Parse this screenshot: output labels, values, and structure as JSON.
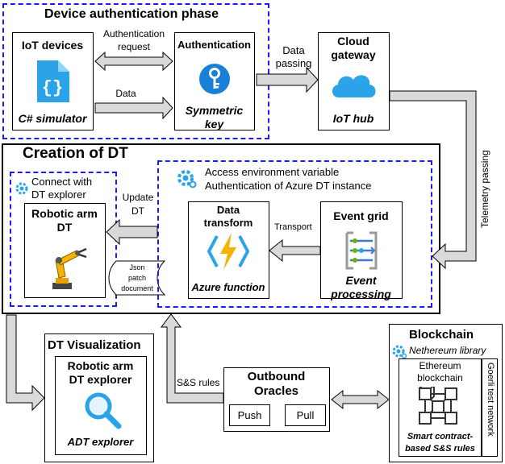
{
  "device_phase": {
    "title": "Device authentication phase",
    "iot_devices": {
      "title": "IoT devices",
      "caption": "C# simulator"
    },
    "auth_request_label": [
      "Authentication",
      "request"
    ],
    "data_label": "Data",
    "authentication": {
      "title": "Authentication",
      "caption": [
        "Symmetric",
        "key"
      ]
    }
  },
  "data_passing_label": [
    "Data",
    "passing"
  ],
  "cloud_gateway": {
    "title": [
      "Cloud",
      "gateway"
    ],
    "caption": "IoT hub"
  },
  "telemetry_label": "Telemetry passing",
  "creation": {
    "title": "Creation of DT",
    "connect_label": [
      "Connect with",
      "DT explorer"
    ],
    "env_label": [
      "Access environment variable",
      "Authentication of Azure DT instance"
    ],
    "robotic_arm": {
      "title": [
        "Robotic arm",
        "DT"
      ]
    },
    "update_label": [
      "Update",
      "DT"
    ],
    "json_label": [
      "Json",
      "patch",
      "document"
    ],
    "data_transform": {
      "title": [
        "Data",
        "transform"
      ],
      "caption": "Azure function"
    },
    "transport_label": "Transport",
    "event_grid": {
      "title": "Event grid",
      "caption": [
        "Event",
        "processing"
      ]
    }
  },
  "visualization": {
    "title": "DT Visualization",
    "explorer_title": [
      "Robotic arm",
      "DT explorer"
    ],
    "caption": "ADT explorer"
  },
  "ss_rules_label": "S&S rules",
  "oracles": {
    "title": [
      "Outbound",
      "Oracles"
    ],
    "push": "Push",
    "pull": "Pull"
  },
  "blockchain": {
    "title": "Blockchain",
    "library": "Nethereum library",
    "ethereum": [
      "Ethereum",
      "blockchain"
    ],
    "network": "Goerli test network",
    "caption": [
      "Smart contract-",
      "based S&S rules"
    ]
  }
}
